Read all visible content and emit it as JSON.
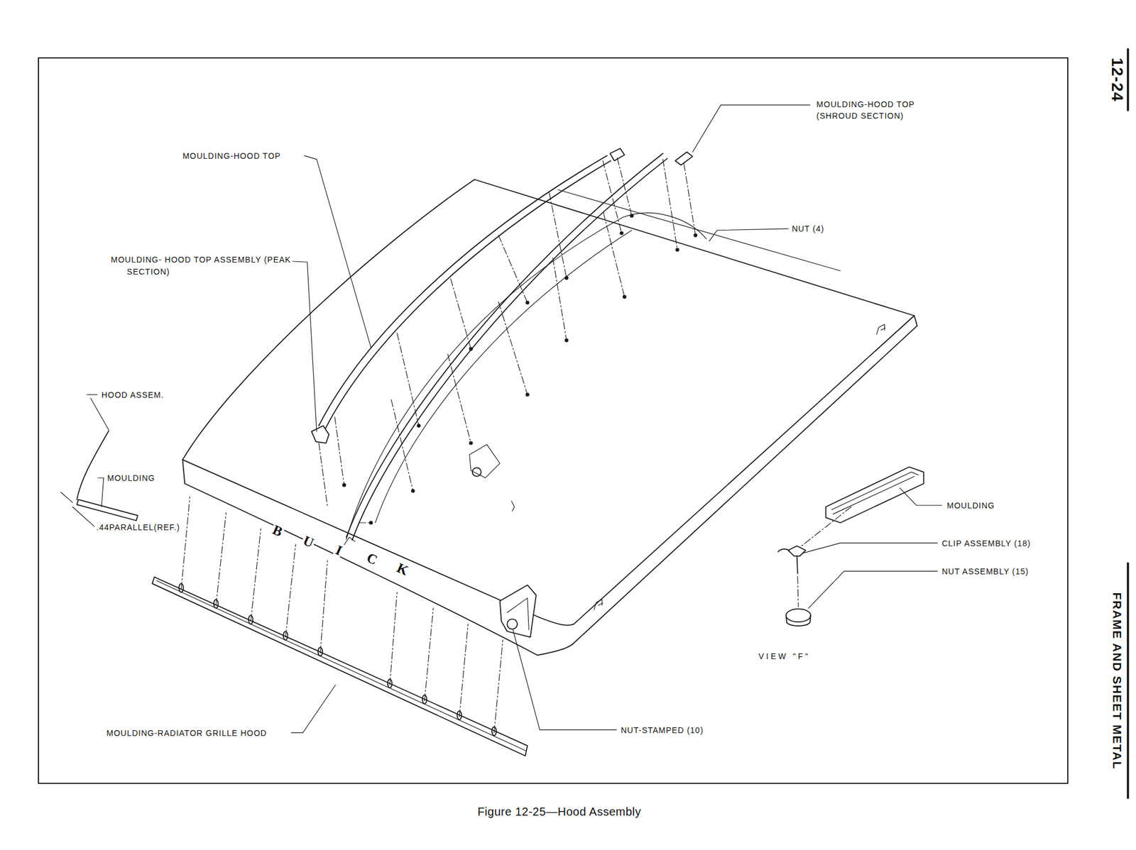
{
  "diagram": {
    "caption": "Figure 12-25—Hood Assembly",
    "labels": [
      "12-24",
      "FRAME AND SHEET METAL",
      "MOULDING-HOOD TOP (SHROUD SECTION)",
      "MOULDING-HOOD TOP",
      "NUT (4)",
      "MOULDING- HOOD TOP ASSEMBLY (PEAK SECTION)",
      "HOOD ASSEM.",
      "MOULDING",
      "MOULDING",
      ".44PARALLEL(REF.)",
      "CLIP ASSEMBLY (18)",
      "NUT ASSEMBLY (15)",
      "B",
      "U",
      "I",
      "C",
      "K",
      "VIEW \"F\"",
      "NUT-STAMPED (10)",
      "MOULDING-RADIATOR GRILLE HOOD"
    ]
  }
}
